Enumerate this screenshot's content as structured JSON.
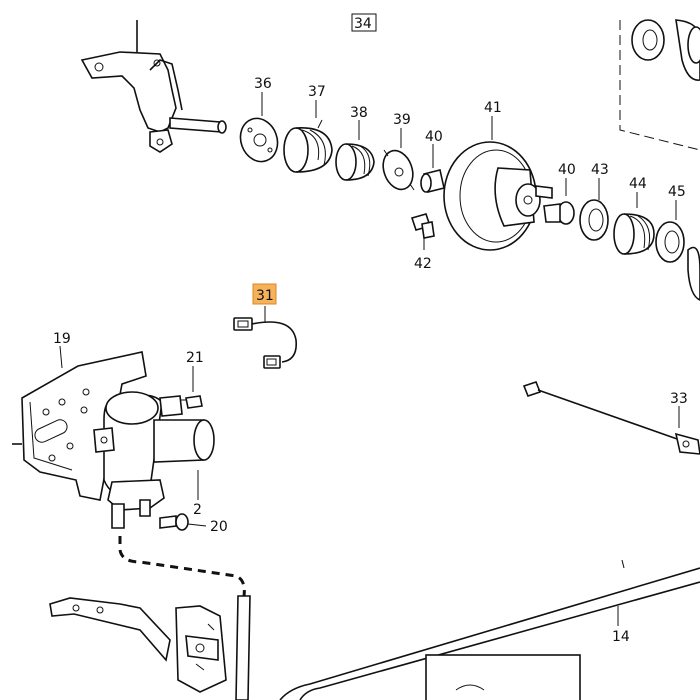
{
  "diagram": {
    "labels": {
      "p34": "34",
      "p36": "36",
      "p37": "37",
      "p38": "38",
      "p39": "39",
      "p40a": "40",
      "p41": "41",
      "p40b": "40",
      "p43": "43",
      "p44": "44",
      "p45": "45",
      "p42": "42",
      "p31": "31",
      "p19": "19",
      "p21": "21",
      "p2": "2",
      "p20": "20",
      "p33": "33",
      "p14": "14"
    },
    "highlighted_part": "31",
    "colors": {
      "highlight": "#f5b25a",
      "line": "#111111"
    }
  }
}
